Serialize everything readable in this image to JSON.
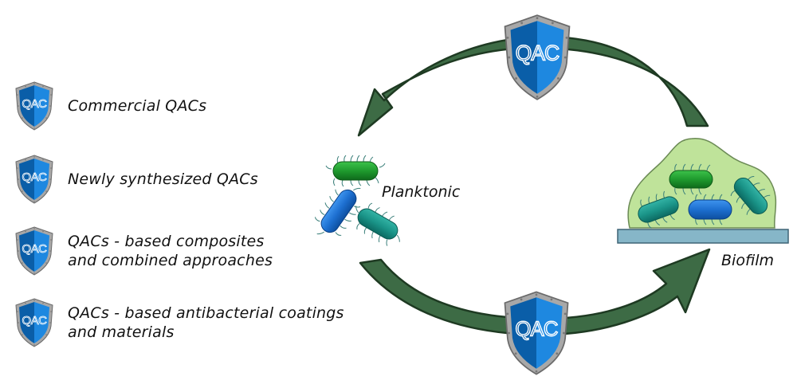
{
  "legend": {
    "items": [
      {
        "icon": "qac-shield-icon",
        "lines": [
          "Commercial QACs"
        ]
      },
      {
        "icon": "qac-shield-icon",
        "lines": [
          "Newly synthesized QACs"
        ]
      },
      {
        "icon": "qac-shield-icon",
        "lines": [
          "QACs - based composites",
          "and combined approaches"
        ]
      },
      {
        "icon": "qac-shield-icon",
        "lines": [
          "QACs - based antibacterial coatings",
          "and materials"
        ]
      }
    ]
  },
  "shield_text": "QAC",
  "cycle": {
    "planktonic_label": "Planktonic",
    "biofilm_label": "Biofilm",
    "top_arrow": {
      "direction": "biofilm-to-planktonic",
      "shield": "QAC"
    },
    "bottom_arrow": {
      "direction": "planktonic-to-biofilm",
      "shield": "QAC"
    }
  },
  "colors": {
    "arrow_fill": "#3d6b45",
    "arrow_stroke": "#1e3a22",
    "shield_dark": "#0a5ea8",
    "shield_light": "#1e88e0",
    "shield_rim": "#9a9a9a",
    "biofilm_matrix": "#bfe39a",
    "substrate": "#86b6c8",
    "bacterium_green": "#1f9a2e",
    "bacterium_blue": "#1d6fd0",
    "bacterium_teal": "#1a9488"
  }
}
